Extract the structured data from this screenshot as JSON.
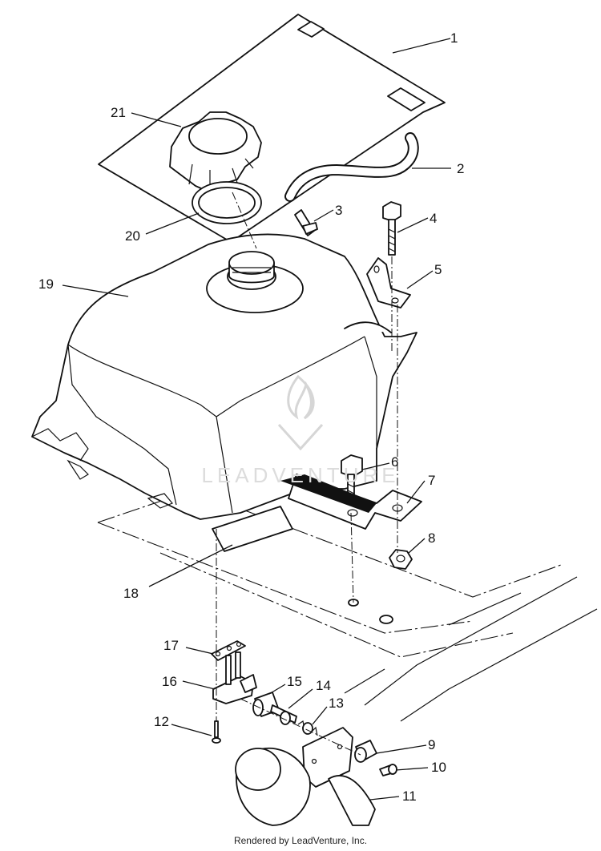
{
  "diagram": {
    "callouts": [
      {
        "id": "1",
        "label": "1"
      },
      {
        "id": "2",
        "label": "2"
      },
      {
        "id": "3",
        "label": "3"
      },
      {
        "id": "4",
        "label": "4"
      },
      {
        "id": "5",
        "label": "5"
      },
      {
        "id": "6",
        "label": "6"
      },
      {
        "id": "7",
        "label": "7"
      },
      {
        "id": "8",
        "label": "8"
      },
      {
        "id": "9",
        "label": "9"
      },
      {
        "id": "10",
        "label": "10"
      },
      {
        "id": "11",
        "label": "11"
      },
      {
        "id": "12",
        "label": "12"
      },
      {
        "id": "13",
        "label": "13"
      },
      {
        "id": "14",
        "label": "14"
      },
      {
        "id": "15",
        "label": "15"
      },
      {
        "id": "16",
        "label": "16"
      },
      {
        "id": "17",
        "label": "17"
      },
      {
        "id": "18",
        "label": "18"
      },
      {
        "id": "19",
        "label": "19"
      },
      {
        "id": "20",
        "label": "20"
      },
      {
        "id": "21",
        "label": "21"
      }
    ],
    "watermark_text": "LEADVENTURE"
  },
  "footer": {
    "text": "Rendered by LeadVenture, Inc."
  }
}
